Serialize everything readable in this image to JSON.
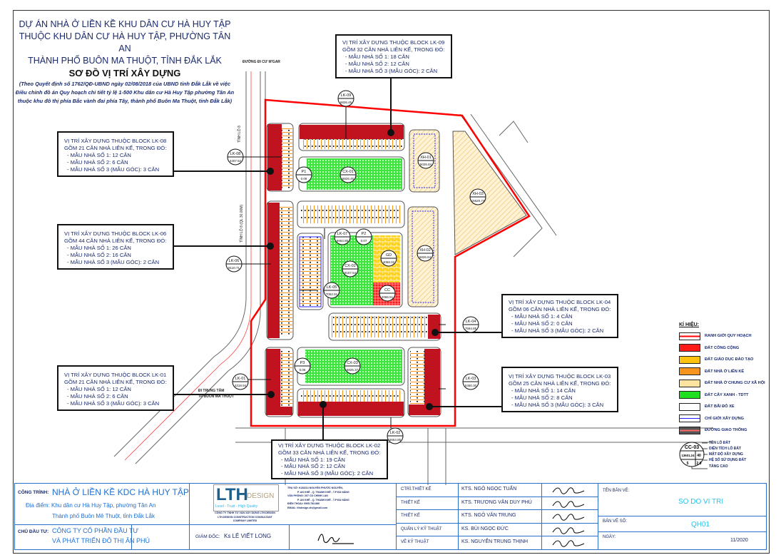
{
  "title": {
    "line1": "DỰ ÁN NHÀ Ở LIỀN KỀ KHU DÂN CƯ HÀ HUY TẬP",
    "line2": "THUỘC KHU DÂN CƯ HÀ HUY TẬP, PHƯỜNG TÂN AN",
    "line3": "THÀNH PHỐ BUÔN MA THUỘT, TỈNH ĐẮK LẮK",
    "subtitle": "SƠ ĐỒ VỊ TRÍ XÂY DỰNG",
    "note1": "(Theo Quyết định số 1762/QĐ-UBND ngày 02/08/2018 của UBND tỉnh Đắk Lắk về việc",
    "note2": "Điều chỉnh đồ án Quy hoạch chi tiết tỷ lệ 1-500 Khu dân cư Hà Huy Tập phường Tân An",
    "note3": "thuộc khu đô thị phía Bắc vành đai phía Tây, thành phố Buôn Ma Thuột, tỉnh Đắk Lắk)"
  },
  "roads": {
    "north": "ĐƯỜNG ĐI CƯ M'GAR",
    "tinh_lo": "TỈNH LỘ 8",
    "tinh_lo2": "TỈNH LỘ 8 (QL 30.00M)",
    "center1": "ĐI TRUNG TÂM",
    "center2": "TP BUÔN MA THUỘT"
  },
  "callouts": {
    "lk09": {
      "t": "VỊ TRÍ XÂY DỰNG THUỘC BLOCK LK-09",
      "g": "GỒM 32 CĂN NHÀ LIÊN KẾ, TRONG ĐÓ:",
      "a": "- MẪU NHÀ SỐ 1: 18 CĂN",
      "b": "- MẪU NHÀ SỐ 2: 12 CĂN",
      "c": "- MẪU NHÀ SỐ 3 (MẪU GÓC): 2 CĂN"
    },
    "lk08": {
      "t": "VỊ TRÍ XÂY DỰNG THUỘC BLOCK LK-08",
      "g": "GỒM 21 CĂN NHÀ LIÊN KẾ, TRONG ĐÓ:",
      "a": "- MẪU NHÀ SỐ 1: 12 CĂN",
      "b": "- MẪU NHÀ SỐ 2: 6 CĂN",
      "c": "- MẪU NHÀ SỐ 3 (MẪU GÓC): 3 CĂN"
    },
    "lk06": {
      "t": "VỊ TRÍ XÂY DỰNG THUỘC BLOCK LK-06",
      "g": "GỒM 44 CĂN NHÀ LIÊN KẾ, TRONG ĐÓ:",
      "a": "- MẪU NHÀ SỐ 1: 26 CĂN",
      "b": "- MẪU NHÀ SỐ 2: 16 CĂN",
      "c": "- MẪU NHÀ SỐ 3 (MẪU GÓC): 2 CĂN"
    },
    "lk04": {
      "t": "VỊ TRÍ XÂY DỰNG THUỘC BLOCK LK-04",
      "g": "GỒM 06 CĂN NHÀ LIÊN KẾ, TRONG ĐÓ:",
      "a": "- MẪU NHÀ SỐ 1: 4 CĂN",
      "b": "- MẪU NHÀ SỐ 2: 0 CĂN",
      "c": "- MẪU NHÀ SỐ 3 (MẪU GÓC): 2 CĂN"
    },
    "lk01": {
      "t": "VỊ TRÍ XÂY DỰNG THUỘC BLOCK LK-01",
      "g": "GỒM 21 CĂN NHÀ LIÊN KẾ, TRONG ĐÓ:",
      "a": "- MẪU NHÀ SỐ 1: 12 CĂN",
      "b": "- MẪU NHÀ SỐ 2: 6 CĂN",
      "c": "- MẪU NHÀ SỐ 3 (MẪU GÓC): 3 CĂN"
    },
    "lk03": {
      "t": "VỊ TRÍ XÂY DỰNG THUỘC BLOCK LK-03",
      "g": "GỒM 25 CĂN NHÀ LIÊN KẾ, TRONG ĐÓ:",
      "a": "- MẪU NHÀ SỐ 1: 14 CĂN",
      "b": "- MẪU NHÀ SỐ 2: 8 CĂN",
      "c": "- MẪU NHÀ SỐ 3 (MẪU GÓC): 3 CĂN"
    },
    "lk02": {
      "t": "VỊ TRÍ XÂY DỰNG THUỘC BLOCK LK-02",
      "g": "GỒM 33 CĂN NHÀ LIÊN KẾ, TRONG ĐÓ:",
      "a": "- MẪU NHÀ SỐ 1: 19 CĂN",
      "b": "- MẪU NHÀ SỐ 2: 12 CĂN",
      "c": "- MẪU NHÀ SỐ 3 (MẪU GÓC): 2 CĂN"
    }
  },
  "lots": {
    "lk09": {
      "n": "LK-09",
      "a": "6826.45"
    },
    "lk08": {
      "n": "LK-08",
      "a": "4407.52"
    },
    "p1": {
      "n": "P1",
      "a": "0.08"
    },
    "cx01": {
      "n": "CX-01",
      "a": "6826.45"
    },
    "xh01": {
      "n": "XH-01",
      "a": "5026.84"
    },
    "xh03": {
      "n": "XH-03",
      "a": "15620.74"
    },
    "lk07": {
      "n": "LK-07",
      "a": "6664.85"
    },
    "p2": {
      "n": "P2",
      "a": "0.07"
    },
    "gd": {
      "n": "GD",
      "a": "4068.02"
    },
    "cx02": {
      "n": "CX-02",
      "a": "8157.54"
    },
    "lk05": {
      "n": "LK-05",
      "a": "7052.91"
    },
    "cc": {
      "n": "CC",
      "a": "2066.51"
    },
    "xh02": {
      "n": "XH-02",
      "a": "6826.84"
    },
    "lk06": {
      "n": "LK-06",
      "a": "9110.71"
    },
    "lk04": {
      "n": "LK-04",
      "a": "7594.85"
    },
    "lk01": {
      "n": "LK-01",
      "a": "4318.94"
    },
    "p3": {
      "n": "P3",
      "a": "0.06"
    },
    "cx03": {
      "n": "CX-03",
      "a": "6825.37"
    },
    "lk03": {
      "n": "LK-03",
      "a": "5460.30"
    },
    "lk02": {
      "n": "LK-02",
      "a": "6664.85"
    }
  },
  "legend": {
    "heading": "KÍ HIỆU:",
    "items": [
      {
        "label": "RANH GIỚI QUY HOẠCH",
        "color": "#ff0000"
      },
      {
        "label": "ĐẤT CÔNG CỘNG",
        "color": "#ff1a1a"
      },
      {
        "label": "ĐẤT GIÁO DỤC ĐÀO TẠO",
        "color": "#ffc20e"
      },
      {
        "label": "ĐẤT NHÀ Ở LIÊN KẾ",
        "color": "#f7941d"
      },
      {
        "label": "ĐẤT NHÀ Ở CHUNG CƯ XÃ HỘI",
        "color": "#ffe3a0"
      },
      {
        "label": "ĐẤT CÂY XANH - TDTT",
        "color": "#33e633"
      },
      {
        "label": "ĐẤT BÃI ĐỖ XE",
        "color": "#ffffff"
      },
      {
        "label": "CHỈ GIỚI XÂY DỰNG",
        "color": "#2020ff"
      },
      {
        "label": "ĐƯỜNG GIAO THÔNG",
        "color": "#555555"
      }
    ],
    "key": {
      "name": "CC-03",
      "area": "13601.24",
      "density": "40",
      "floors": "5",
      "far": "2.0",
      "l1": "TÊN LÔ ĐẤT",
      "l2": "DIỆN TÍCH LÔ ĐẤT",
      "l3": "MẬT ĐỘ XÂY DỰNG",
      "l4": "HỆ SỐ SỬ DỤNG ĐẤT",
      "l5": "TẦNG CAO"
    }
  },
  "titleblock": {
    "project_label": "CÔNG TRÌNH:",
    "project": "NHÀ Ở LIỀN KỀ KDC HÀ HUY TẬP",
    "location1": "Địa điểm: Khu dân cư Hà Huy Tập, phường Tân An",
    "location2": "Thành phố Buôn Mê Thuột, tỉnh Đắk Lắk",
    "owner_label": "CHỦ ĐẦU TƯ:",
    "owner1": "CÔNG TY CỔ PHẦN ĐẦU TƯ",
    "owner2": "VÀ PHÁT TRIỂN ĐÔ THỊ ÂN PHÚ",
    "logo_main": "LTH",
    "logo_design": "DESIGN",
    "logo_tag": "Level - Trust - High Quality",
    "company1": "CÔNG TY TNHH TƯ VẤN XÂY DỰNG LTH.DESIGN",
    "company2": "LTH.DESIGN CONSTRUCTION CONSULTANT",
    "company3": "COMPANY LIMITED",
    "addr1": "TRỤ SỞ: K283/14 NGUYỄN PHƯỚC NGUYÊN,",
    "addr2": "P. AN KHÊ - Q. THANH KHÊ - T.P ĐÀ NẴNG",
    "addr3": "VĂN PHÒNG: 207 CÙ CHÍNH LAN",
    "addr4": "P. AN KHÊ - Q. THANH KHÊ - T.P ĐÀ NẴNG",
    "addr5": "ĐIỆN THOẠI: 0905.783.880",
    "addr6": "EMAIL: lthdesign.dn@gmail.com",
    "director_label": "GIÁM ĐỐC:",
    "director": "Ks LÊ VIẾT LONG",
    "staff": [
      {
        "role": "CTRÌ.THIẾT KẾ",
        "name": "KTS. NGÔ NGỌC TUẤN"
      },
      {
        "role": "THIẾT KẾ",
        "name": "KTS. TRƯƠNG VĂN DUY PHÚ"
      },
      {
        "role": "THIẾT KẾ",
        "name": "KTS. NGÔ VĂN TRUNG"
      },
      {
        "role": "QUẢN LÝ KỸ THUẬT",
        "name": "KS. BÙI NGỌC ĐỨC"
      },
      {
        "role": "VẼ KỸ THUẬT",
        "name": "KS. NGUYỄN TRUNG THỊNH"
      }
    ],
    "drawing_name_label": "TÊN BẢN VẼ:",
    "drawing_name": "SO DO VI TRI",
    "drawing_no_label": "BẢN VẼ SỐ:",
    "drawing_no": "QH01",
    "date_label": "NGÀY:",
    "date": "11/2020"
  }
}
